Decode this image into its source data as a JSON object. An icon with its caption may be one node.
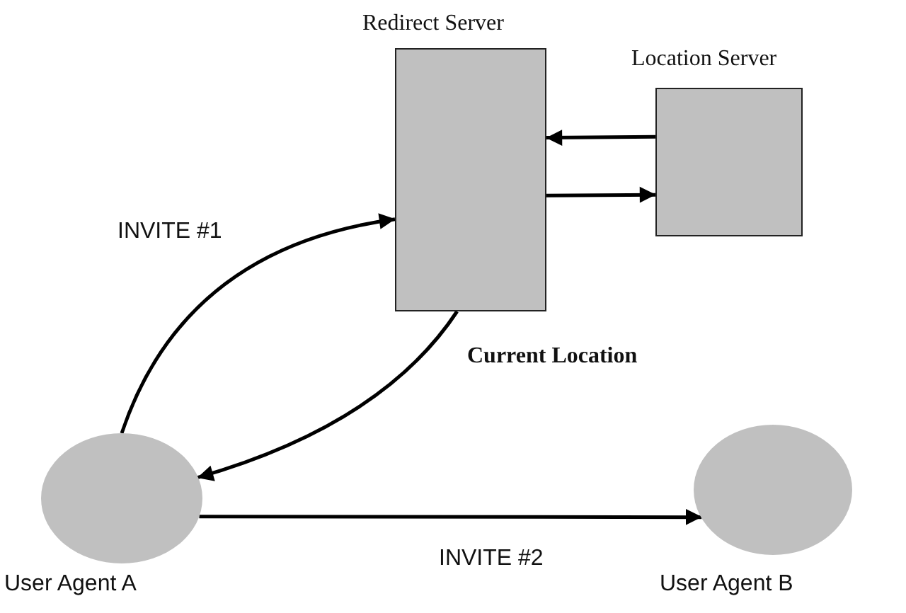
{
  "diagram": {
    "nodes": [
      {
        "text": [
          "Redirect Server"
        ]
      },
      {
        "text": [
          "Location Server"
        ]
      },
      {
        "text": [
          "User Agent A"
        ]
      },
      {
        "text": [
          "User Agent B"
        ]
      }
    ],
    "edges": [
      {
        "from": 2,
        "to": 0,
        "arrow": "to",
        "label": "INVITE #1"
      },
      {
        "from": 0,
        "to": 2,
        "arrow": "to",
        "label": "Current Location"
      },
      {
        "from": 1,
        "to": 0,
        "arrow": "to"
      },
      {
        "from": 0,
        "to": 1,
        "arrow": "to"
      },
      {
        "from": 2,
        "to": 3,
        "arrow": "to",
        "label": "INVITE #2"
      }
    ]
  }
}
